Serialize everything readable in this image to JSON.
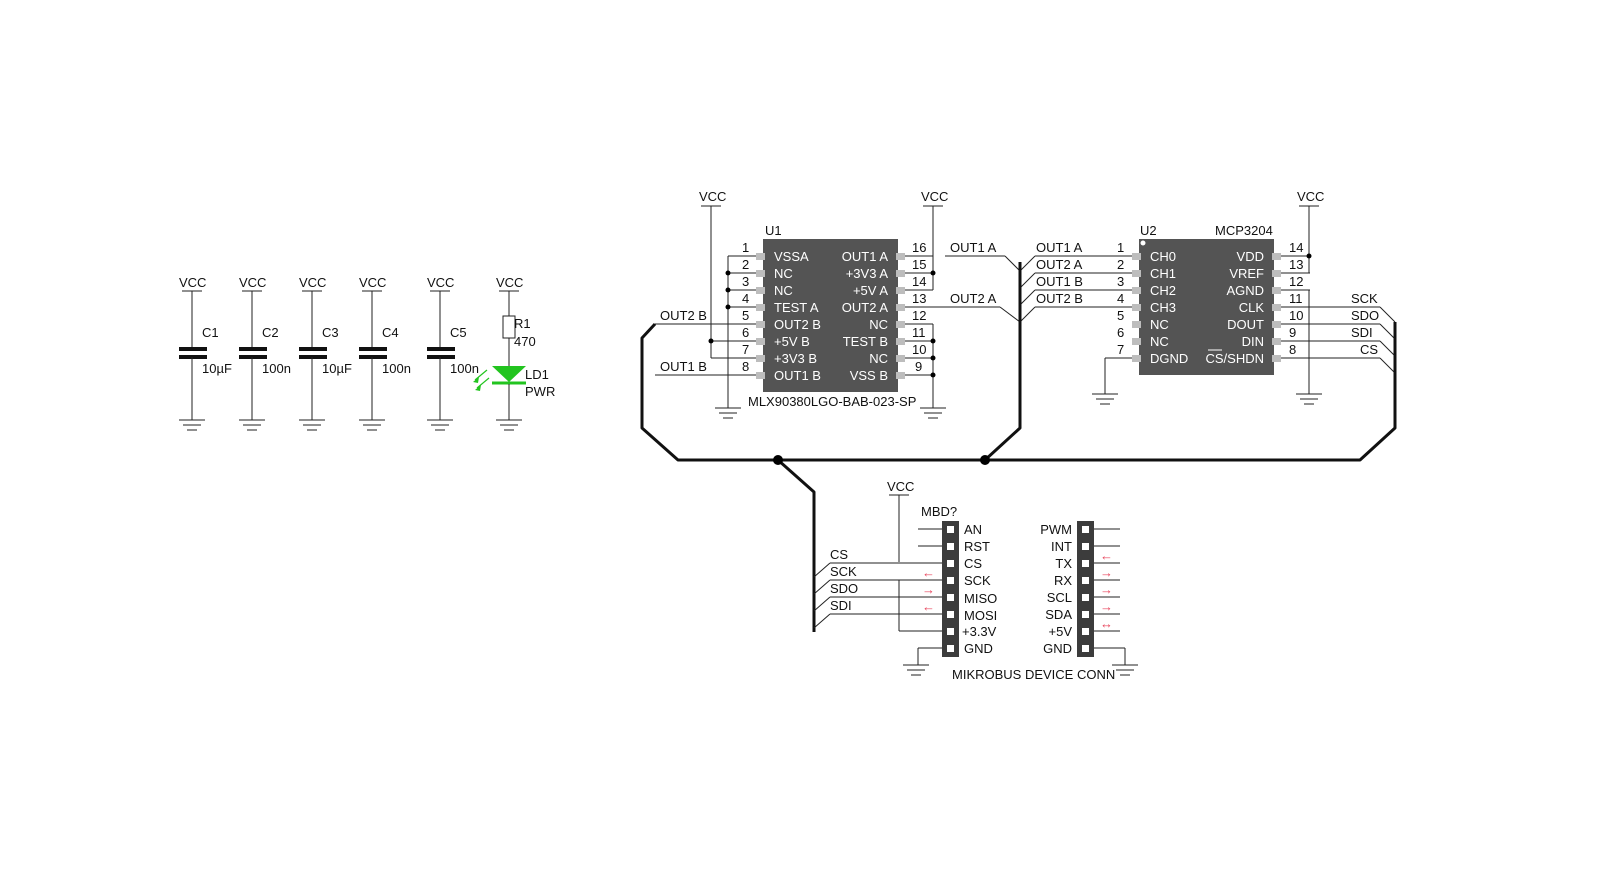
{
  "power": {
    "vcc": "VCC"
  },
  "caps": [
    {
      "ref": "C1",
      "value": "10µF"
    },
    {
      "ref": "C2",
      "value": "100n"
    },
    {
      "ref": "C3",
      "value": "10µF"
    },
    {
      "ref": "C4",
      "value": "100n"
    },
    {
      "ref": "C5",
      "value": "100n"
    }
  ],
  "resistor": {
    "ref": "R1",
    "value": "470"
  },
  "led": {
    "ref": "LD1",
    "label": "PWR",
    "color": "#22c41f"
  },
  "u1": {
    "ref": "U1",
    "part": "MLX90380LGO-BAB-023-SP",
    "left_pins": [
      {
        "num": "1",
        "name": "VSSA"
      },
      {
        "num": "2",
        "name": "NC"
      },
      {
        "num": "3",
        "name": "NC"
      },
      {
        "num": "4",
        "name": "TEST A"
      },
      {
        "num": "5",
        "name": "OUT2 B"
      },
      {
        "num": "6",
        "name": "+5V B"
      },
      {
        "num": "7",
        "name": "+3V3 B"
      },
      {
        "num": "8",
        "name": "OUT1 B"
      }
    ],
    "right_pins": [
      {
        "num": "16",
        "name": "OUT1 A"
      },
      {
        "num": "15",
        "name": "+3V3 A"
      },
      {
        "num": "14",
        "name": "+5V A"
      },
      {
        "num": "13",
        "name": "OUT2 A"
      },
      {
        "num": "12",
        "name": "NC"
      },
      {
        "num": "11",
        "name": "TEST B"
      },
      {
        "num": "10",
        "name": "NC"
      },
      {
        "num": "9",
        "name": "VSS B"
      }
    ]
  },
  "u2": {
    "ref": "U2",
    "part": "MCP3204",
    "left_pins": [
      {
        "num": "1",
        "name": "CH0"
      },
      {
        "num": "2",
        "name": "CH1"
      },
      {
        "num": "3",
        "name": "CH2"
      },
      {
        "num": "4",
        "name": "CH3"
      },
      {
        "num": "5",
        "name": "NC"
      },
      {
        "num": "6",
        "name": "NC"
      },
      {
        "num": "7",
        "name": "DGND"
      }
    ],
    "right_pins": [
      {
        "num": "14",
        "name": "VDD"
      },
      {
        "num": "13",
        "name": "VREF"
      },
      {
        "num": "12",
        "name": "AGND"
      },
      {
        "num": "11",
        "name": "CLK"
      },
      {
        "num": "10",
        "name": "DOUT"
      },
      {
        "num": "9",
        "name": "DIN"
      },
      {
        "num": "8",
        "name": "CS/SHDN"
      }
    ]
  },
  "nets": {
    "out1a": "OUT1 A",
    "out2a": "OUT2 A",
    "out1b": "OUT1 B",
    "out2b": "OUT2 B",
    "sck": "SCK",
    "sdo": "SDO",
    "sdi": "SDI",
    "cs": "CS"
  },
  "mikrobus": {
    "ref": "MBD?",
    "title": "MIKROBUS DEVICE CONN",
    "left": [
      "AN",
      "RST",
      "CS",
      "SCK",
      "MISO",
      "MOSI",
      "+3.3V",
      "GND"
    ],
    "right": [
      "PWM",
      "INT",
      "TX",
      "RX",
      "SCL",
      "SDA",
      "+5V",
      "GND"
    ],
    "left_arrows": [
      "",
      "",
      "←",
      "←",
      "→",
      "←",
      "",
      ""
    ],
    "right_arrows": [
      "",
      "←",
      "→",
      "→",
      "→",
      "↔",
      "",
      ""
    ],
    "arrow_color": "#e8455c"
  }
}
